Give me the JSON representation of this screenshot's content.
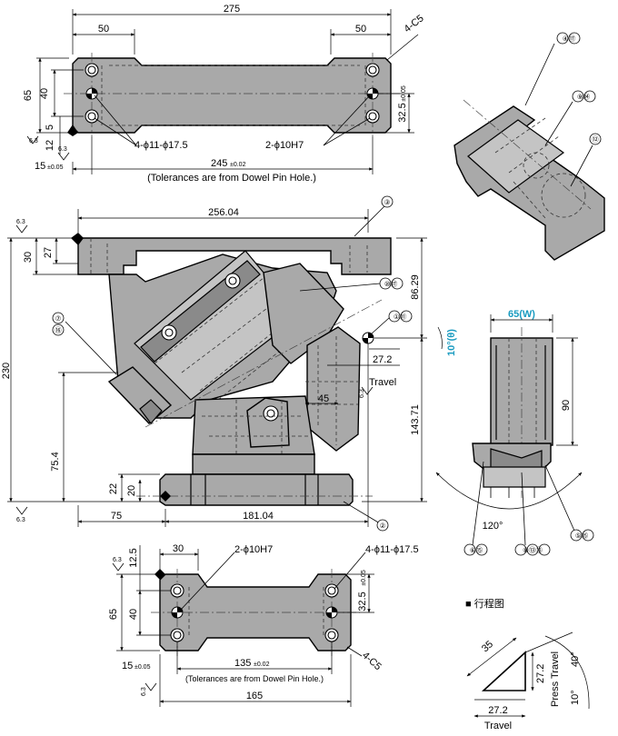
{
  "dimensions": {
    "overall_length_top": "275",
    "flange_50_left": "50",
    "flange_50_right": "50",
    "chamfer_top": "4-C5",
    "height_65_top": "65",
    "height_40_top": "40",
    "dim_12": "12",
    "dim_5": "5",
    "pitch_32_5_top": "32.5",
    "pitch_32_5_tol_top": "±0.05",
    "dim_15_top": "15",
    "dim_15_tol_top": "±0.05",
    "pitch_245": "245",
    "pitch_245_tol": "±0.02",
    "tol_note_top": "(Tolerances are from Dowel Pin Hole.)",
    "hole_callout_top": "4-ϕ11-ϕ17.5",
    "pin_callout_top": "2-ϕ10H7",
    "width_256": "256.04",
    "height_230": "230",
    "dim_30_side": "30",
    "dim_27_side": "27",
    "dim_86": "86.29",
    "dim_143": "143.71",
    "dim_75_4": "75.4",
    "dim_22": "22",
    "dim_20": "20",
    "dim_75": "75",
    "dim_181": "181.04",
    "travel_27_2": "27.2",
    "travel_word": "Travel",
    "dim_45": "45",
    "angle_theta": "10°(θ)",
    "width_w": "65(W)",
    "dim_90": "90",
    "angle_120": "120°",
    "bottom_dim_30": "30",
    "bottom_dim_12_5": "12.5",
    "bottom_pin_callout": "2-ϕ10H7",
    "bottom_hole_callout": "4-ϕ11-ϕ17.5",
    "bottom_height_65": "65",
    "bottom_height_40": "40",
    "bottom_pitch_32_5": "32.5",
    "bottom_pitch_32_5_tol": "±0.05",
    "bottom_chamfer": "4-C5",
    "bottom_dim_15": "15",
    "bottom_dim_15_tol": "±0.05",
    "bottom_pitch_135": "135",
    "bottom_pitch_135_tol": "±0.02",
    "bottom_tol_note": "(Tolerances are from Dowel Pin Hole.)",
    "bottom_length_165": "165",
    "roughness": "6.3"
  },
  "balloons": {
    "b4_17": "④⑰",
    "b9_14": "⑨⑭",
    "b12": "⑫",
    "b3": "③",
    "b10_17": "⑩⑰",
    "b1_11": "①⑪",
    "b7": "⑦",
    "b16": "⑯",
    "b2": "②",
    "b6_15": "⑥⑮",
    "b8_13_16": "⑧⑬⑯",
    "b5_15": "⑤⑮"
  },
  "stroke_diagram": {
    "legend": "■ 行程图",
    "dim_35": "35",
    "dim_27_2_vert": "27.2",
    "dim_27_2_horiz": "27.2",
    "press_travel": "Press Travel",
    "travel": "Travel",
    "angle_40": "40°",
    "angle_10": "10°"
  },
  "colors": {
    "part_fill": "#a9a9a9",
    "accent_cyan": "#1a9bc0"
  }
}
